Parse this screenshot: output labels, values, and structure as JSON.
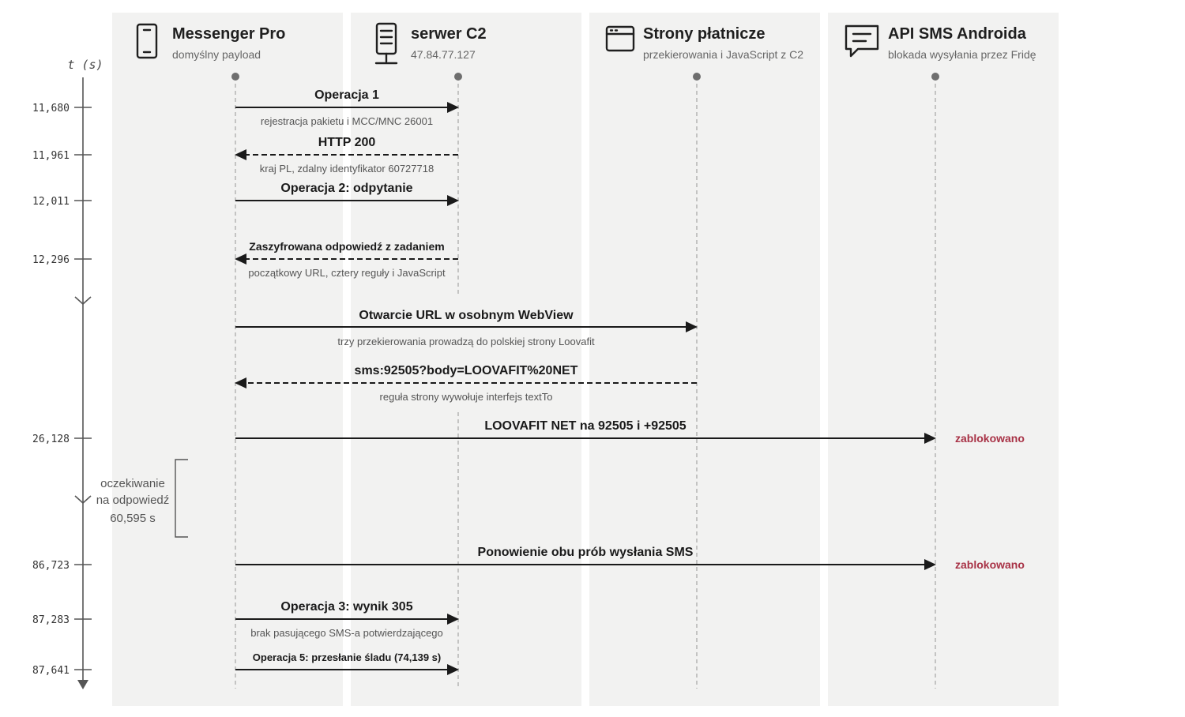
{
  "axis": {
    "title": "t (s)"
  },
  "participants": [
    {
      "id": "app",
      "name": "Messenger Pro",
      "subtitle": "domyślny payload",
      "icon": "phone-icon"
    },
    {
      "id": "c2",
      "name": "serwer C2",
      "subtitle": "47.84.77.127",
      "icon": "server-icon"
    },
    {
      "id": "pages",
      "name": "Strony płatnicze",
      "subtitle": "przekierowania i JavaScript z C2",
      "icon": "browser-window-icon"
    },
    {
      "id": "sms",
      "name": "API SMS Androida",
      "subtitle": "blokada wysyłania przez Fridę",
      "icon": "chat-bubble-icon"
    }
  ],
  "ticks": [
    "11,680",
    "11,961",
    "12,011",
    "12,296",
    "26,128",
    "86,723",
    "87,283",
    "87,641"
  ],
  "messages": [
    {
      "label": "Operacja 1",
      "note": "rejestracja pakietu i MCC/MNC 26001",
      "time": "11,680"
    },
    {
      "label": "HTTP 200",
      "note": "kraj PL, zdalny identyfikator 60727718",
      "time": "11,961"
    },
    {
      "label": "Operacja 2: odpytanie",
      "note": "",
      "time": "12,011"
    },
    {
      "label": "Zaszyfrowana odpowiedź z zadaniem",
      "note": "początkowy URL, cztery reguły i JavaScript",
      "time": "12,296"
    },
    {
      "label": "Otwarcie URL w osobnym WebView",
      "note": "trzy przekierowania prowadzą do polskiej strony Loovafit",
      "time": ""
    },
    {
      "label": "sms:92505?body=LOOVAFIT%20NET",
      "note": "reguła strony wywołuje interfejs textTo",
      "time": ""
    },
    {
      "label": "LOOVAFIT NET na 92505 i +92505",
      "note": "",
      "time": "26,128",
      "status": "zablokowano"
    },
    {
      "label": "Ponowienie obu prób wysłania SMS",
      "note": "",
      "time": "86,723",
      "status": "zablokowano"
    },
    {
      "label": "Operacja 3: wynik 305",
      "note": "brak pasującego SMS-a potwierdzającego",
      "time": "87,283"
    },
    {
      "label": "Operacja 5: przesłanie śladu (74,139 s)",
      "note": "",
      "time": "87,641"
    }
  ],
  "wait": {
    "lines": [
      "oczekiwanie",
      "na odpowiedź",
      "60,595 s"
    ]
  },
  "colors": {
    "blocked": "#a83246",
    "lane": "#f2f2f1",
    "arrow": "#1a1a1a"
  }
}
